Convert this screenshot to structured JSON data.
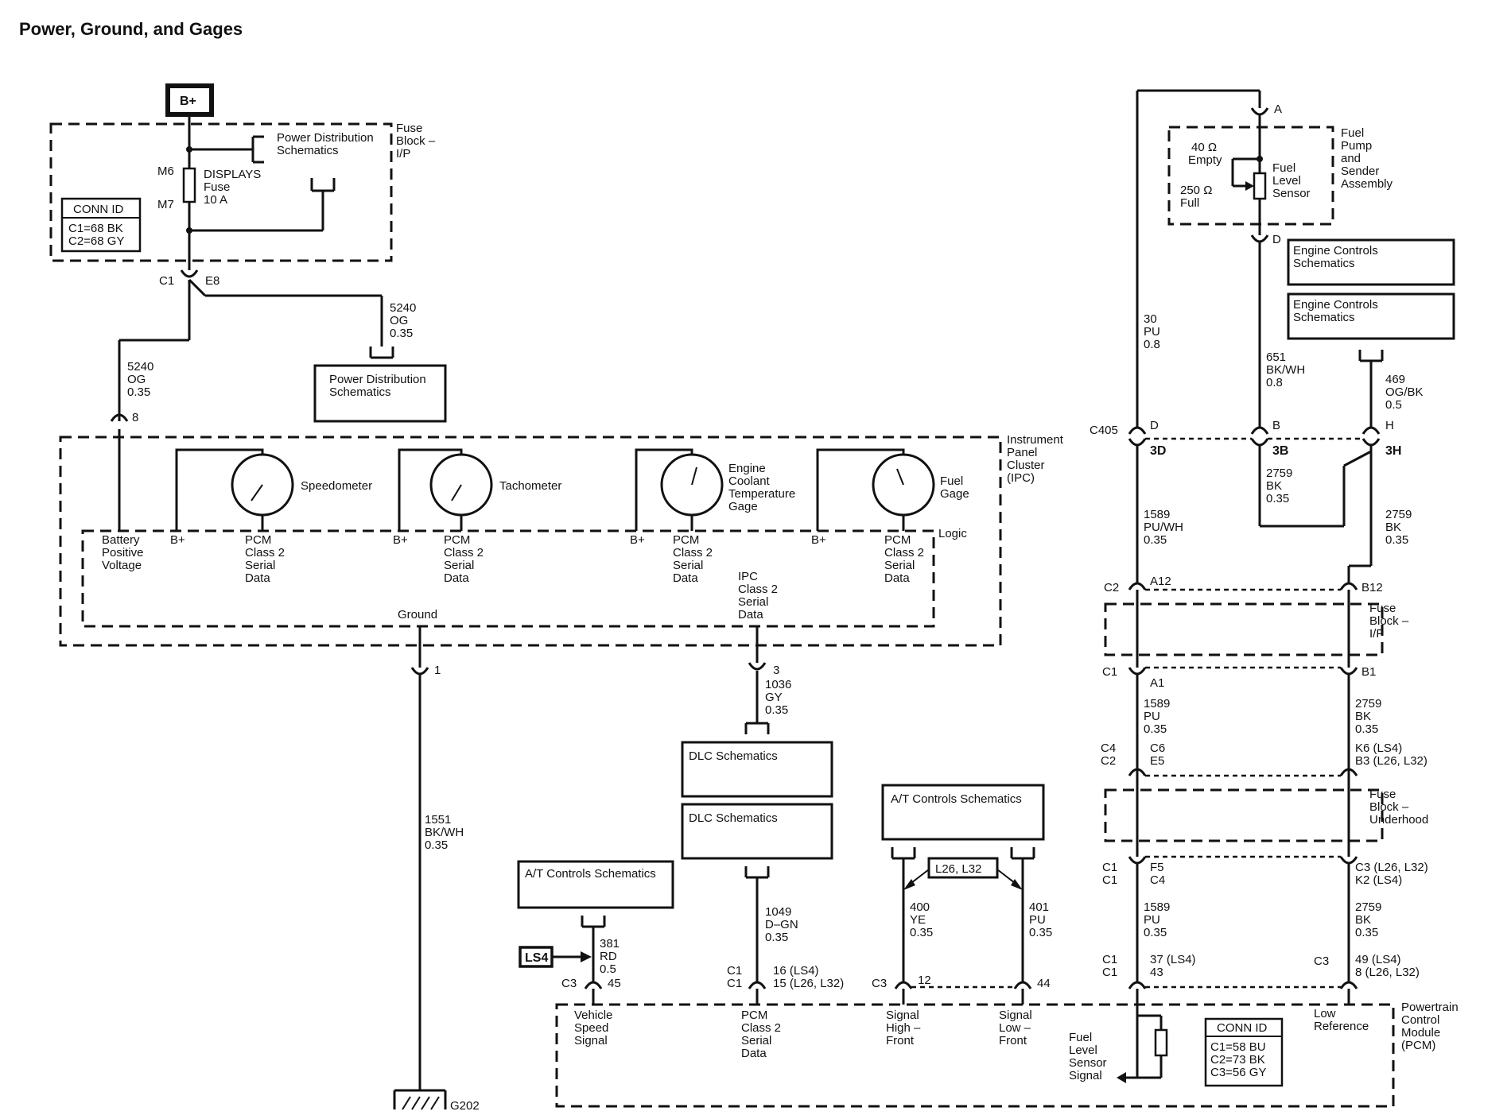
{
  "title": "Power, Ground, and Gages",
  "fuse_block_ip": {
    "bplus": "B+",
    "label": [
      "Fuse",
      "Block –",
      "I/P"
    ],
    "m6": "M6",
    "m7": "M7",
    "fuse_name": "DISPLAYS",
    "fuse_word": "Fuse",
    "fuse_rating": "10 A",
    "power_dist": [
      "Power Distribution",
      "Schematics"
    ],
    "conn_id_title": "CONN ID",
    "conn_id": [
      "C1=68 BK",
      "C2=68 GY"
    ],
    "c1": "C1",
    "e8": "E8"
  },
  "wires_left": {
    "w5240_top": [
      "5240",
      "OG",
      "0.35"
    ],
    "w5240_left": [
      "5240",
      "OG",
      "0.35"
    ],
    "power_dist_box": [
      "Power Distribution",
      "Schematics"
    ],
    "pin8": "8"
  },
  "ipc": {
    "label": [
      "Instrument",
      "Panel",
      "Cluster",
      "(IPC)"
    ],
    "logic": "Logic",
    "gauges": [
      {
        "name": [
          "Speedometer"
        ]
      },
      {
        "name": [
          "Tachometer"
        ]
      },
      {
        "name": [
          "Engine",
          "Coolant",
          "Temperature",
          "Gage"
        ]
      },
      {
        "name": [
          "Fuel",
          "Gage"
        ]
      }
    ],
    "battery": [
      "Battery",
      "Positive",
      "Voltage"
    ],
    "bplus": "B+",
    "pcm_data": [
      "PCM",
      "Class 2",
      "Serial",
      "Data"
    ],
    "ipc_data": [
      "IPC",
      "Class 2",
      "Serial",
      "Data"
    ],
    "ground": "Ground",
    "pin1": "1",
    "pin3": "3"
  },
  "ground_path": {
    "wire": [
      "1551",
      "BK/WH",
      "0.35"
    ],
    "g202": "G202"
  },
  "dlc_path": {
    "wire1036": [
      "1036",
      "GY",
      "0.35"
    ],
    "dlc1": "DLC Schematics",
    "dlc2": "DLC Schematics",
    "wire1049": [
      "1049",
      "D–GN",
      "0.35"
    ],
    "conn_c1a": "C1",
    "conn_c1b": "C1",
    "pin16": "16 (LS4)",
    "pin15": "15 (L26, L32)"
  },
  "at_left": {
    "box": "A/T Controls Schematics",
    "ls4": "LS4",
    "wire381": [
      "381",
      "RD",
      "0.5"
    ],
    "c3": "C3",
    "pin45": "45"
  },
  "at_right": {
    "box": "A/T Controls Schematics",
    "option": "L26, L32",
    "wire400": [
      "400",
      "YE",
      "0.35"
    ],
    "wire401": [
      "401",
      "PU",
      "0.35"
    ],
    "c3": "C3",
    "pin12": "12",
    "pin44": "44"
  },
  "pcm": {
    "label": [
      "Powertrain",
      "Control",
      "Module",
      "(PCM)"
    ],
    "vss": [
      "Vehicle",
      "Speed",
      "Signal"
    ],
    "class2": [
      "PCM",
      "Class 2",
      "Serial",
      "Data"
    ],
    "sig_high": [
      "Signal",
      "High –",
      "Front"
    ],
    "sig_low": [
      "Signal",
      "Low –",
      "Front"
    ],
    "fuel_signal": [
      "Fuel",
      "Level",
      "Sensor",
      "Signal"
    ],
    "low_ref": [
      "Low",
      "Reference"
    ],
    "conn_id_title": "CONN ID",
    "conn_id": [
      "C1=58 BU",
      "C2=73 BK",
      "C3=56 GY"
    ]
  },
  "fuel_pump": {
    "label": [
      "Fuel",
      "Pump",
      "and",
      "Sender",
      "Assembly"
    ],
    "empty": [
      "40 Ω",
      "Empty"
    ],
    "full": [
      "250 Ω",
      "Full"
    ],
    "sensor": [
      "Fuel",
      "Level",
      "Sensor"
    ],
    "pinA": "A",
    "pinD": "D",
    "ecs1": [
      "Engine Controls",
      "Schematics"
    ],
    "ecs2": [
      "Engine Controls",
      "Schematics"
    ]
  },
  "right_wires": {
    "w30": [
      "30",
      "PU",
      "0.8"
    ],
    "w651": [
      "651",
      "BK/WH",
      "0.8"
    ],
    "w469": [
      "469",
      "OG/BK",
      "0.5"
    ],
    "c405": "C405",
    "c405_pins_top": [
      "D",
      "B",
      "H"
    ],
    "c405_pins_bot": [
      "3D",
      "3B",
      "3H"
    ],
    "w2759a": [
      "2759",
      "BK",
      "0.35"
    ],
    "w1589a": [
      "1589",
      "PU/WH",
      "0.35"
    ],
    "w2759b": [
      "2759",
      "BK",
      "0.35"
    ],
    "c2": "C2",
    "a12": "A12",
    "b12": "B12",
    "fuse_ip": [
      "Fuse",
      "Block –",
      "I/P"
    ],
    "c1": "C1",
    "a1": "A1",
    "b1": "B1",
    "w1589b": [
      "1589",
      "PU",
      "0.35"
    ],
    "w2759c": [
      "2759",
      "BK",
      "0.35"
    ],
    "c4c2": [
      "C4",
      "C2"
    ],
    "c6e5": [
      "C6",
      "E5"
    ],
    "k6b3": [
      "K6 (LS4)",
      "B3 (L26, L32)"
    ],
    "fuse_uh": [
      "Fuse",
      "Block –",
      "Underhood"
    ],
    "c1c1a": [
      "C1",
      "C1"
    ],
    "f5c4": [
      "F5",
      "C4"
    ],
    "c3k2": [
      "C3 (L26, L32)",
      "K2 (LS4)"
    ],
    "w1589c": [
      "1589",
      "PU",
      "0.35"
    ],
    "w2759d": [
      "2759",
      "BK",
      "0.35"
    ],
    "c1c1b": [
      "C1",
      "C1"
    ],
    "p37_43": [
      "37 (LS4)",
      "43"
    ],
    "c3": "C3",
    "p49_8": [
      "49 (LS4)",
      "8 (L26, L32)"
    ]
  }
}
